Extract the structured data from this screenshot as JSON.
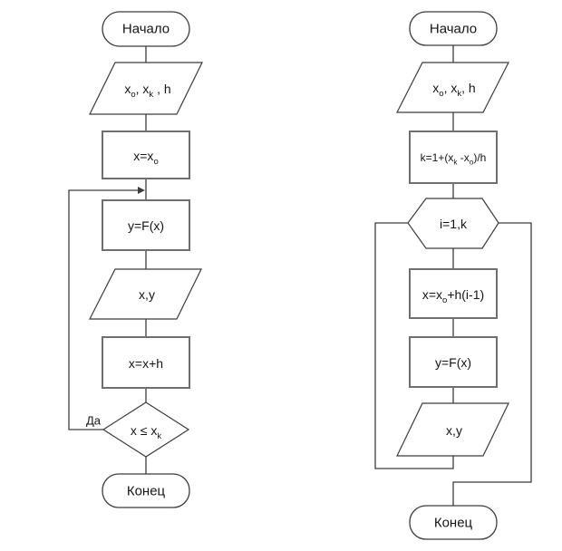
{
  "diagram": {
    "type": "flowchart-pair",
    "language": "ru",
    "colors": {
      "background": "#ffffff",
      "line": "#3c3c3c",
      "process_border": "#6f6f6f",
      "text": "#151515"
    },
    "left_chart": {
      "description": "function tabulation with condition loop",
      "branch_label": "Да",
      "nodes": [
        {
          "id": "start",
          "type": "terminator",
          "label": "Начало"
        },
        {
          "id": "input",
          "type": "parallelogram",
          "label": "x_{o}, x_{k} , h"
        },
        {
          "id": "init",
          "type": "process",
          "label": "x=x_{o}"
        },
        {
          "id": "compute",
          "type": "process",
          "label": "y=F(x)"
        },
        {
          "id": "output",
          "type": "parallelogram",
          "label": "x,y"
        },
        {
          "id": "increment",
          "type": "process",
          "label": "x=x+h"
        },
        {
          "id": "condition",
          "type": "decision",
          "label": "x ≤ x_{k}"
        },
        {
          "id": "end",
          "type": "terminator",
          "label": "Конец"
        }
      ],
      "edges": [
        "start→input",
        "input→init",
        "init→compute",
        "compute→output",
        "output→increment",
        "increment→condition",
        "condition(Да)→compute",
        "condition→end"
      ]
    },
    "right_chart": {
      "description": "function tabulation with counted loop",
      "nodes": [
        {
          "id": "start",
          "type": "terminator",
          "label": "Начало"
        },
        {
          "id": "input",
          "type": "parallelogram",
          "label": "x_{o}, x_{k}, h"
        },
        {
          "id": "count",
          "type": "process",
          "label": "k=1+(x_{k} -x_{o})/h"
        },
        {
          "id": "loop",
          "type": "loop-hexagon",
          "label": "i=1,k"
        },
        {
          "id": "assign",
          "type": "process",
          "label": "x=x_{o}+h(i-1)"
        },
        {
          "id": "compute",
          "type": "process",
          "label": "y=F(x)"
        },
        {
          "id": "output",
          "type": "parallelogram",
          "label": "x,y"
        },
        {
          "id": "end",
          "type": "terminator",
          "label": "Конец"
        }
      ],
      "edges": [
        "start→input",
        "input→count",
        "count→loop",
        "loop→assign",
        "assign→compute",
        "compute→output",
        "output→loop(repeat)",
        "loop→end"
      ]
    }
  }
}
